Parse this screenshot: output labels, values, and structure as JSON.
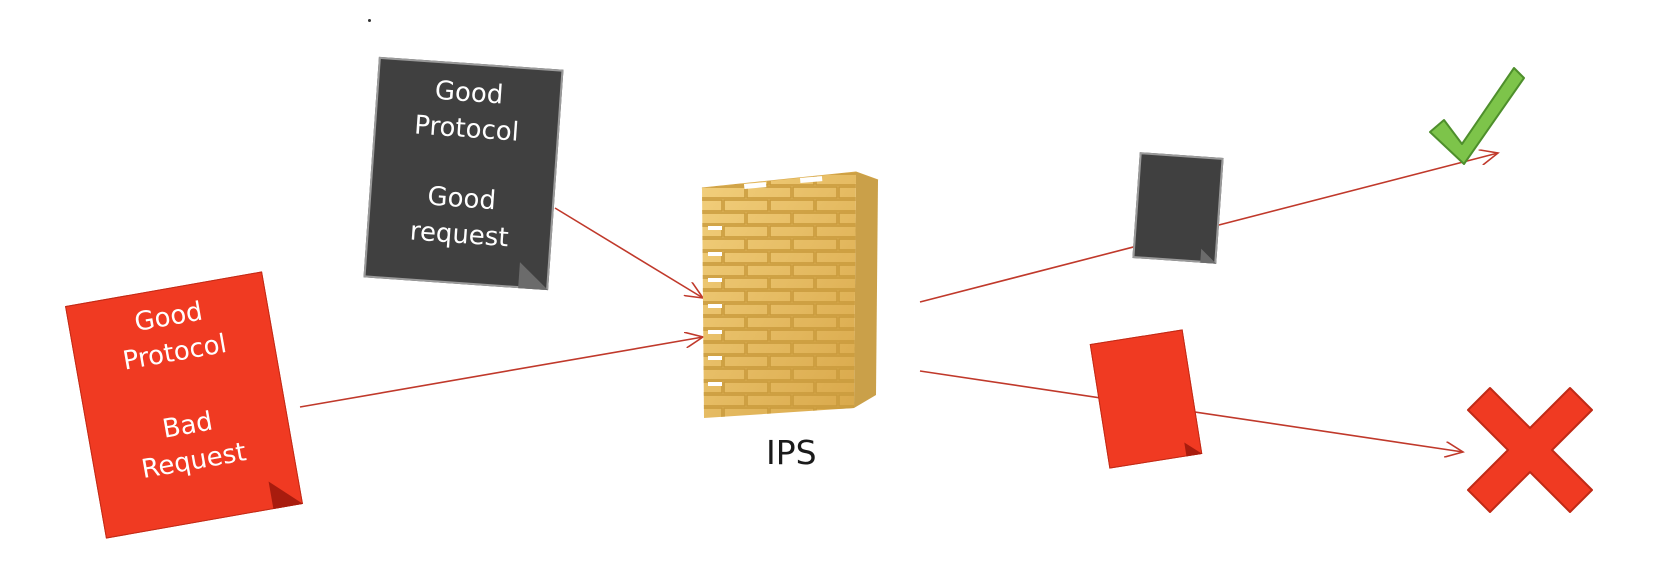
{
  "colors": {
    "arrow": "#c0392b",
    "doc_dark": "#404040",
    "doc_red": "#f03a22",
    "wall": "#e8bf62",
    "check": "#7dc44a",
    "cross": "#f03a22"
  },
  "docs": {
    "good_request": {
      "line1": "Good",
      "line2": "Protocol",
      "line3": "Good",
      "line4": "request"
    },
    "bad_request": {
      "line1": "Good",
      "line2": "Protocol",
      "line3": "Bad",
      "line4": "Request"
    }
  },
  "ips": {
    "label": "IPS",
    "icon": "brick-firewall-icon"
  },
  "results": {
    "allowed_icon": "checkmark-icon",
    "blocked_icon": "cross-icon"
  }
}
